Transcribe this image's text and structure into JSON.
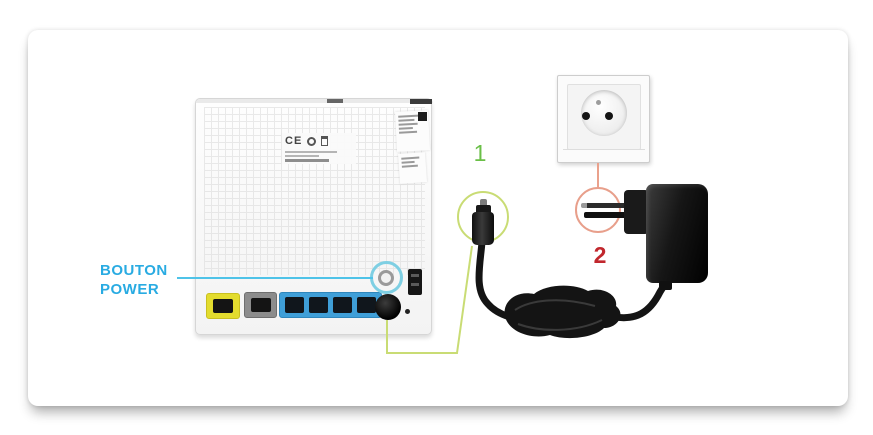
{
  "figure": {
    "type": "instructional-diagram",
    "description": "Back panel of a modem-router connected by its power cable and adapter to a French wall socket, with annotated steps"
  },
  "labels": {
    "power_button": {
      "line1": "BOUTON",
      "line2": "POWER",
      "color": "#29abe2"
    },
    "step1": {
      "number": "1",
      "color": "#6abf47"
    },
    "step2": {
      "number": "2",
      "color": "#c1272d"
    }
  },
  "router": {
    "certification_text": "CE"
  },
  "colors": {
    "step1_circle": "#c9dc74",
    "step2_circle": "#e89f8b",
    "power_button_ring": "#7ecfe3",
    "pointer_line": "#4fc3e8",
    "dsl_port": "#e3dc2e",
    "lan_panel": "#3f9fd8",
    "annotation_line_power": "#c9dc74",
    "annotation_line_socket": "#eaa18c"
  }
}
